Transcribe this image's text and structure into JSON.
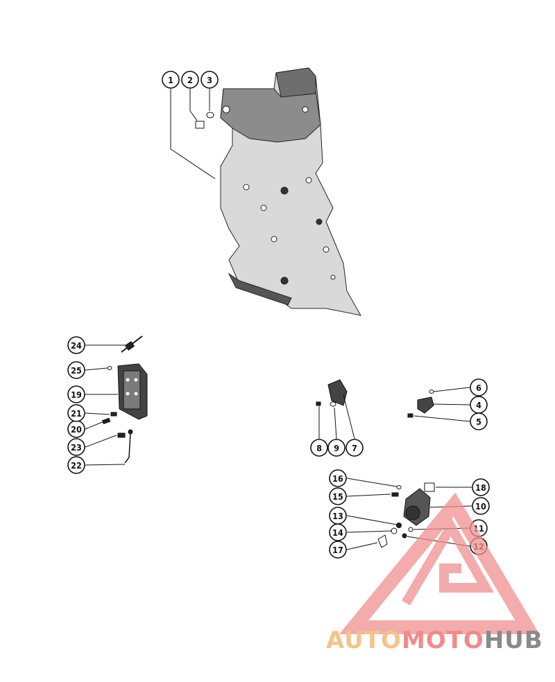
{
  "callouts": [
    {
      "label": "1"
    },
    {
      "label": "2"
    },
    {
      "label": "3"
    },
    {
      "label": "4"
    },
    {
      "label": "5"
    },
    {
      "label": "6"
    },
    {
      "label": "7"
    },
    {
      "label": "8"
    },
    {
      "label": "9"
    },
    {
      "label": "10"
    },
    {
      "label": "11"
    },
    {
      "label": "12"
    },
    {
      "label": "13"
    },
    {
      "label": "14"
    },
    {
      "label": "15"
    },
    {
      "label": "16"
    },
    {
      "label": "17"
    },
    {
      "label": "18"
    },
    {
      "label": "19"
    },
    {
      "label": "20"
    },
    {
      "label": "21"
    },
    {
      "label": "22"
    },
    {
      "label": "23"
    },
    {
      "label": "24"
    },
    {
      "label": "25"
    }
  ],
  "logo": {
    "part_auto": "AUTO",
    "part_moto": "MOTO",
    "part_hub": "HUB",
    "color_auto": "#f5c38a",
    "color_moto": "#f28a8a",
    "color_hub": "#8a8a8a",
    "triangle_color": "#ef8f8f"
  }
}
